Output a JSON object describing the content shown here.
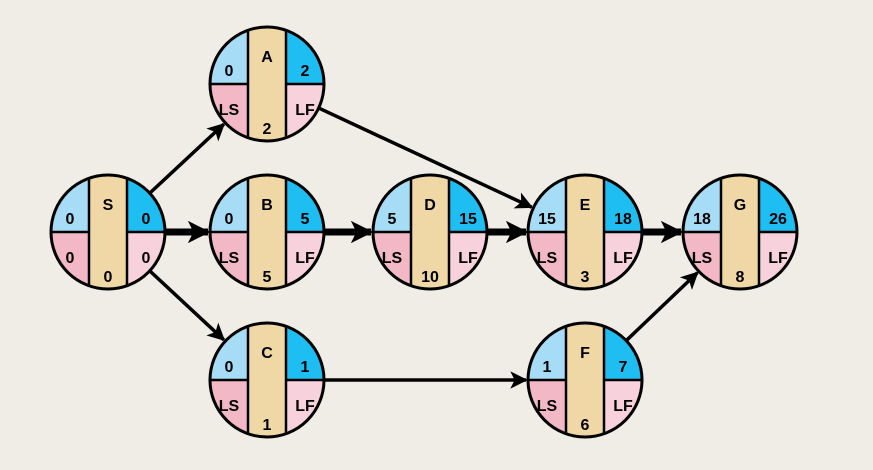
{
  "colors": {
    "background": "#efede6",
    "early_start_fill": "#a6dcf5",
    "early_finish_fill": "#1fbef2",
    "late_fill": "#f2b8c6",
    "late_finish_fill": "#f7d2dc",
    "center_fill": "#f0d8a6",
    "stroke": "#000000"
  },
  "nodes": [
    {
      "id": "S",
      "name": "S",
      "es": "0",
      "ef": "0",
      "ls": "0",
      "lf": "0",
      "duration": "0"
    },
    {
      "id": "A",
      "name": "A",
      "es": "0",
      "ef": "2",
      "ls": "LS",
      "lf": "LF",
      "duration": "2"
    },
    {
      "id": "B",
      "name": "B",
      "es": "0",
      "ef": "5",
      "ls": "LS",
      "lf": "LF",
      "duration": "5"
    },
    {
      "id": "C",
      "name": "C",
      "es": "0",
      "ef": "1",
      "ls": "LS",
      "lf": "LF",
      "duration": "1"
    },
    {
      "id": "D",
      "name": "D",
      "es": "5",
      "ef": "15",
      "ls": "LS",
      "lf": "LF",
      "duration": "10"
    },
    {
      "id": "E",
      "name": "E",
      "es": "15",
      "ef": "18",
      "ls": "LS",
      "lf": "LF",
      "duration": "3"
    },
    {
      "id": "F",
      "name": "F",
      "es": "1",
      "ef": "7",
      "ls": "LS",
      "lf": "LF",
      "duration": "6"
    },
    {
      "id": "G",
      "name": "G",
      "es": "18",
      "ef": "26",
      "ls": "LS",
      "lf": "LF",
      "duration": "8"
    }
  ],
  "edges": [
    {
      "from": "S",
      "to": "A",
      "critical": false
    },
    {
      "from": "S",
      "to": "B",
      "critical": true
    },
    {
      "from": "S",
      "to": "C",
      "critical": false
    },
    {
      "from": "A",
      "to": "E",
      "critical": false
    },
    {
      "from": "B",
      "to": "D",
      "critical": true
    },
    {
      "from": "D",
      "to": "E",
      "critical": true
    },
    {
      "from": "C",
      "to": "F",
      "critical": false
    },
    {
      "from": "E",
      "to": "G",
      "critical": true
    },
    {
      "from": "F",
      "to": "G",
      "critical": false
    }
  ]
}
